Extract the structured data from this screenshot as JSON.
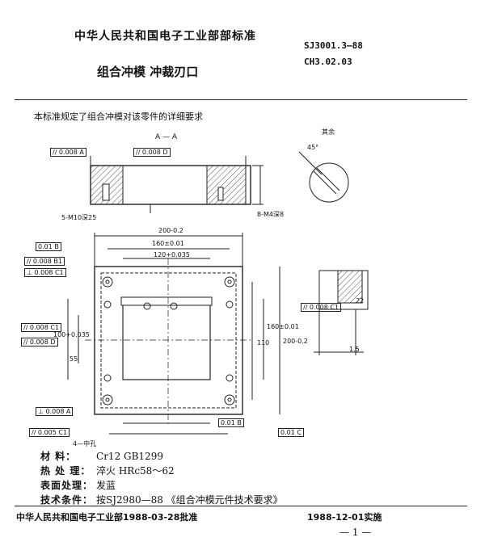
{
  "header": {
    "ministry_standard": "中华人民共和国电子工业部部标准",
    "code1": "SJ3001.3—88",
    "code2": "CH3.02.03",
    "title": "组合冲模    冲裁刃口"
  },
  "intro": "本标准规定了组合冲模对该零件的详细要求",
  "drawing": {
    "section_label": "A — A",
    "tol_parallel_top": "// 0.008 A",
    "tol_parallel_top_d": "// 0.008 D",
    "rest_label": "其余",
    "chamfer": "45°",
    "thread_hole": "5-M10深25",
    "pin_hole": "8-M4深8",
    "dim_200": "200-0.2",
    "dim_160": "160±0.01",
    "dim_120": "120+0.035",
    "tol_flat_b": "0.01 B",
    "tol_par_b1": "// 0.008 B1",
    "tol_perp_c1": "⊥ 0.008 C1",
    "dim_110": "110",
    "dim_160v": "160±0.01",
    "dim_200v": "200-0.2",
    "dim_100": "100+0.035",
    "dim_55": "55",
    "bottom_perp": "⊥ 0.008 A",
    "bottom_par": "// 0.005 C1",
    "bottom_flat": "0.01 B",
    "side_flat": "0.01 C",
    "label_4holes": "4—中孔",
    "dim_15": "1.5",
    "dim_22": "22",
    "side_par": "// 0.008 C1",
    "left_par": "// 0.008 C1",
    "left_par_d": "// 0.008 D"
  },
  "specs": [
    {
      "key": "材      料：",
      "value": "Cr12   GB1299"
    },
    {
      "key": "热 处 理：",
      "value": "淬火    HRc58～62"
    },
    {
      "key": "表面处理：",
      "value": "发蓝"
    },
    {
      "key": "技术条件：",
      "value": "按SJ2980—88  《组合冲模元件技术要求》"
    }
  ],
  "footer": {
    "approval": "中华人民共和国电子工业部1988-03-28批准",
    "effective": "1988-12-01实施",
    "page": "— 1 —"
  }
}
